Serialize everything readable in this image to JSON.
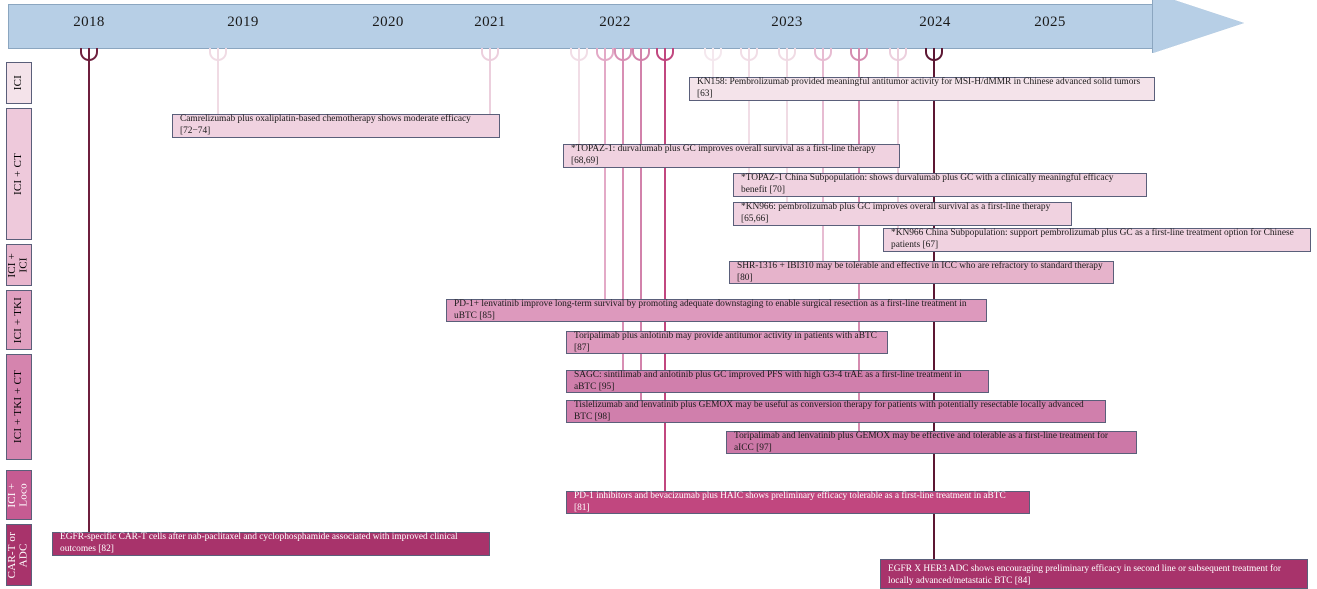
{
  "figure": {
    "kind": "clinical-research-timeline",
    "axis": {
      "years": [
        "2018",
        "2019",
        "2020",
        "2021",
        "2022",
        "2023",
        "2024",
        "2025"
      ],
      "arrow_color": "#b7cfe6",
      "arrow_border": "#8ba6c0"
    },
    "categories": [
      {
        "id": "ici",
        "label": "ICI",
        "color": "#f4e3ea",
        "text_color": "#2a2a2a"
      },
      {
        "id": "ici-ct",
        "label": "ICI + CT",
        "color": "#eec9db",
        "text_color": "#2a2a2a"
      },
      {
        "id": "ici-ici",
        "label": "ICI +\nICI",
        "color": "#e8b5cd",
        "text_color": "#2a2a2a"
      },
      {
        "id": "ici-tki",
        "label": "ICI + TKI",
        "color": "#e0a0c0",
        "text_color": "#2a2a2a"
      },
      {
        "id": "ici-tki-ct",
        "label": "ICI + TKI + CT",
        "color": "#d584ae",
        "text_color": "#2a2a2a"
      },
      {
        "id": "ici-loco",
        "label": "ICI +\nLoco",
        "color": "#c65b92",
        "text_color": "#ffffff"
      },
      {
        "id": "car-t-adc",
        "label": "CAR-T or\nADC",
        "color": "#a8336b",
        "text_color": "#ffffff"
      }
    ],
    "events": [
      {
        "id": "kn158",
        "category": "ici",
        "year_marker": 2023.0,
        "text": "KN158: Pembrolizumab provided meaningful antitumor activity for MSI-H/dMMR in Chinese advanced solid tumors [63]",
        "fill": "#f4e3ea",
        "text_color": "#2a2a2a"
      },
      {
        "id": "camrelizumab",
        "category": "ici-ct",
        "year_marker": 2019.0,
        "text": "Camrelizumab plus oxaliplatin-based chemotherapy shows  moderate efficacy [72−74]",
        "fill": "#f0d2e0",
        "text_color": "#2a2a2a"
      },
      {
        "id": "topaz1",
        "category": "ici-ct",
        "year_marker": 2022.0,
        "text": "*TOPAZ-1: durvalumab plus GC improves overall survival as a first-line therapy [68,69]",
        "fill": "#f0d2e0",
        "text_color": "#2a2a2a"
      },
      {
        "id": "topaz1-china",
        "category": "ici-ct",
        "year_marker": 2023.3,
        "text": "*TOPAZ-1 China Subpopulation: shows durvalumab plus GC with a clinically meaningful efficacy benefit [70]",
        "fill": "#f0d2e0",
        "text_color": "#2a2a2a"
      },
      {
        "id": "kn966",
        "category": "ici-ct",
        "year_marker": 2023.3,
        "text": "*KN966: pembrolizumab plus GC improves overall survival as a first-line therapy [65,66]",
        "fill": "#f0d2e0",
        "text_color": "#2a2a2a"
      },
      {
        "id": "kn966-china",
        "category": "ici-ct",
        "year_marker": 2024.0,
        "text": "*KN966 China Subpopulation: support pembrolizumab plus GC as a first-line treatment option for Chinese patients [67]",
        "fill": "#f0d2e0",
        "text_color": "#2a2a2a"
      },
      {
        "id": "shr1316",
        "category": "ici-ici",
        "year_marker": 2023.3,
        "text": "SHR-1316 + IBI310 may be tolerable and effective in ICC who are refractory to standard therapy [80]",
        "fill": "#e6b3cb",
        "text_color": "#2a2a2a"
      },
      {
        "id": "pd1-lenvatinib",
        "category": "ici-tki",
        "year_marker": 2022.1,
        "text": "PD-1+ lenvatinib improve long-term survival by promoting adequate downstaging to enable surgical resection as a first-line treatment  in uBTC [85]",
        "fill": "#dd99bd",
        "text_color": "#2a2a2a"
      },
      {
        "id": "toripalimab-anlotinib",
        "category": "ici-tki",
        "year_marker": 2022.2,
        "text": "Toripalimab plus anlotinib may provide antitumor activity in patients with aBTC [87]",
        "fill": "#dd99bd",
        "text_color": "#2a2a2a"
      },
      {
        "id": "sagc",
        "category": "ici-tki-ct",
        "year_marker": 2022.2,
        "text": "SAGC: sintilimab and anlotinib plus GC improved PFS with high G3-4 trAE as a first-line treatment  in aBTC [95]",
        "fill": "#d07fac",
        "text_color": "#2a2a2a"
      },
      {
        "id": "tislelizumab-gemox",
        "category": "ici-tki-ct",
        "year_marker": 2022.3,
        "text": "Tislelizumab and lenvatinib plus GEMOX may be useful as conversion therapy for patients with potentially resectable locally advanced BTC [98]",
        "fill": "#d07fac",
        "text_color": "#2a2a2a"
      },
      {
        "id": "toripalimab-gemox",
        "category": "ici-tki-ct",
        "year_marker": 2023.3,
        "text": "Toripalimab and lenvatinib plus GEMOX may be effective and tolerable as a first-line treatment for aICC [97]",
        "fill": "#cc78a7",
        "text_color": "#2a2a2a"
      },
      {
        "id": "pd1-haic",
        "category": "ici-loco",
        "year_marker": 2022.4,
        "text": "PD-1 inhibitors and bevacizumab plus HAIC shows preliminary efficacy tolerable as a first-line treatment in aBTC [81]",
        "fill": "#c1477f",
        "text_color": "#ffffff"
      },
      {
        "id": "egfr-car-t",
        "category": "car-t-adc",
        "year_marker": 2018.0,
        "text": "EGFR-specific CAR-T cells after nab-paclitaxel and cyclophosphamide associated with improved clinical outcomes [82]",
        "fill": "#a8336b",
        "text_color": "#ffffff"
      },
      {
        "id": "egfr-her3-adc",
        "category": "car-t-adc",
        "year_marker": 2024.0,
        "text": "EGFR X HER3 ADC shows encouraging preliminary efficacy in second line or subsequent treatment for locally advanced/metastatic BTC [84]",
        "fill": "#a8336b",
        "text_color": "#ffffff"
      }
    ]
  }
}
